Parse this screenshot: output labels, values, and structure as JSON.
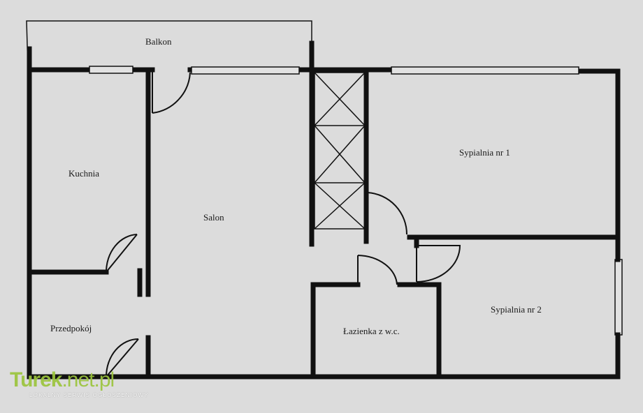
{
  "rooms": {
    "balkon": "Balkon",
    "kuchnia": "Kuchnia",
    "salon": "Salon",
    "przedpokoj": "Przedpokój",
    "lazienka": "Łazienka z w.c.",
    "sypialnia1": "Sypialnia nr 1",
    "sypialnia2": "Sypialnia nr 2"
  },
  "watermark": {
    "brand_bold": "Turek",
    "brand_light": ".net.pl",
    "tagline": "LOKALNY SERWIS OGŁOSZENIOWY",
    "color": "#9bc53d"
  },
  "colors": {
    "paper": "#dcdcdc",
    "ink": "#111111"
  }
}
